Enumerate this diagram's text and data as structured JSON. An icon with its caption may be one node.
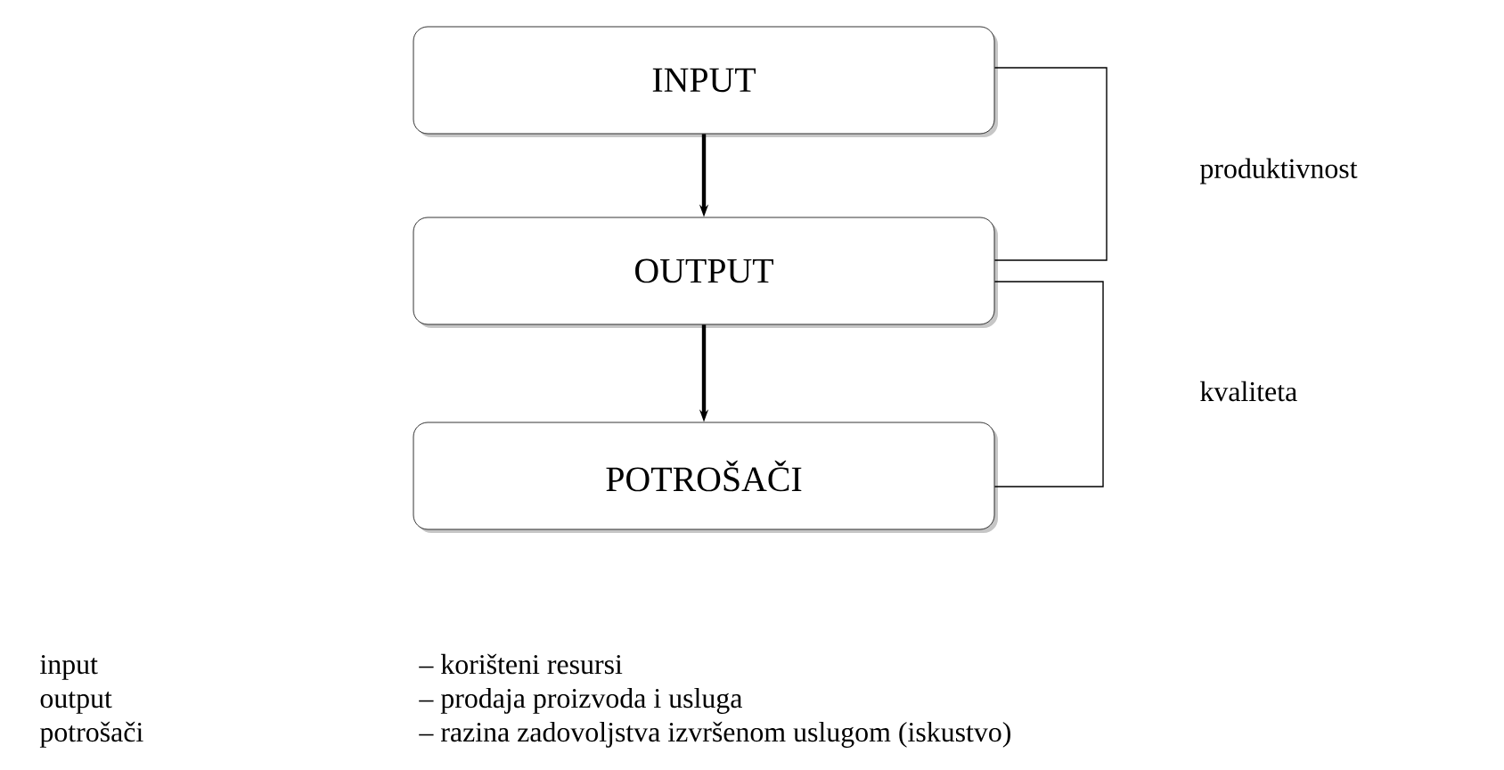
{
  "diagram": {
    "nodes": [
      {
        "text": [
          "INPUT"
        ]
      },
      {
        "text": [
          "OUTPUT"
        ]
      },
      {
        "text": [
          "POTROŠAČI"
        ]
      }
    ],
    "edges": [
      {
        "from": 0,
        "to": 1,
        "arrow": "to",
        "style": "thick"
      },
      {
        "from": 1,
        "to": 2,
        "arrow": "to",
        "style": "thick"
      },
      {
        "from": 0,
        "to": 1,
        "arrow": "none",
        "label": "produktivnost"
      },
      {
        "from": 1,
        "to": 2,
        "arrow": "none",
        "label": "kvaliteta"
      }
    ],
    "labels": [
      "input",
      "– korišteni resursi",
      "output",
      "– prodaja proizvoda i usluga",
      "potrošači",
      "– razina zadovoljstva izvršenom uslugom (iskustvo)"
    ]
  }
}
